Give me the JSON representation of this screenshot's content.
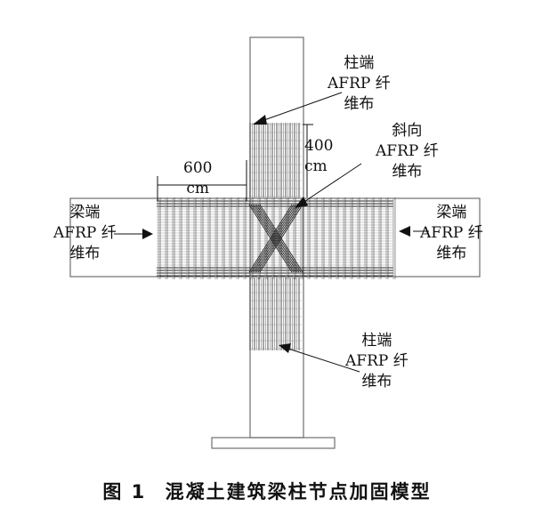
{
  "labels": {
    "column_top": [
      "柱端",
      "AFRP 纤",
      "维布"
    ],
    "diagonal": [
      "斜向",
      "AFRP 纤",
      "维布"
    ],
    "dim_400": [
      "400",
      "cm"
    ],
    "dim_600": [
      "600",
      "cm"
    ],
    "beam_left": [
      "梁端",
      "AFRP 纤",
      "维布"
    ],
    "beam_right": [
      "梁端",
      "AFRP 纤",
      "维布"
    ],
    "column_bottom": [
      "柱端",
      "AFRP 纤",
      "维布"
    ]
  },
  "caption": {
    "number": "图 1",
    "title": "混凝土建筑梁柱节点加固模型"
  },
  "colors": {
    "outline": "#6f6f6f",
    "fiber": "#222222",
    "fiber_light": "#9a9a9a"
  }
}
